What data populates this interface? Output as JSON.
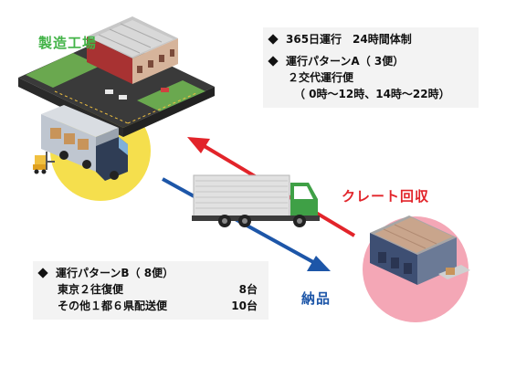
{
  "labels": {
    "factory": "製造工場",
    "crate_recovery": "クレート回収",
    "delivery": "納品"
  },
  "top_info": {
    "line1": "365日運行　24時間体制",
    "line2": "運行パターンA（ 3便）",
    "line3": "２交代運行便",
    "line4": "（ 0時～12時、14時～22時）"
  },
  "bottom_info": {
    "title": "運行パターンB（ 8便）",
    "rows": [
      {
        "label": "東京２往復便",
        "count": "8台"
      },
      {
        "label": "その他１都６県配送便",
        "count": "10台"
      }
    ]
  },
  "colors": {
    "factory_green": "#42b347",
    "recovery_red": "#e2242a",
    "delivery_blue": "#1d56a8",
    "circle_yellow": "#f5df4d",
    "circle_pink": "#f4a7b6"
  },
  "icons": [
    "factory-illustration",
    "truck-illustration",
    "warehouse-illustration",
    "forklift-illustration",
    "diamond-bullet"
  ]
}
